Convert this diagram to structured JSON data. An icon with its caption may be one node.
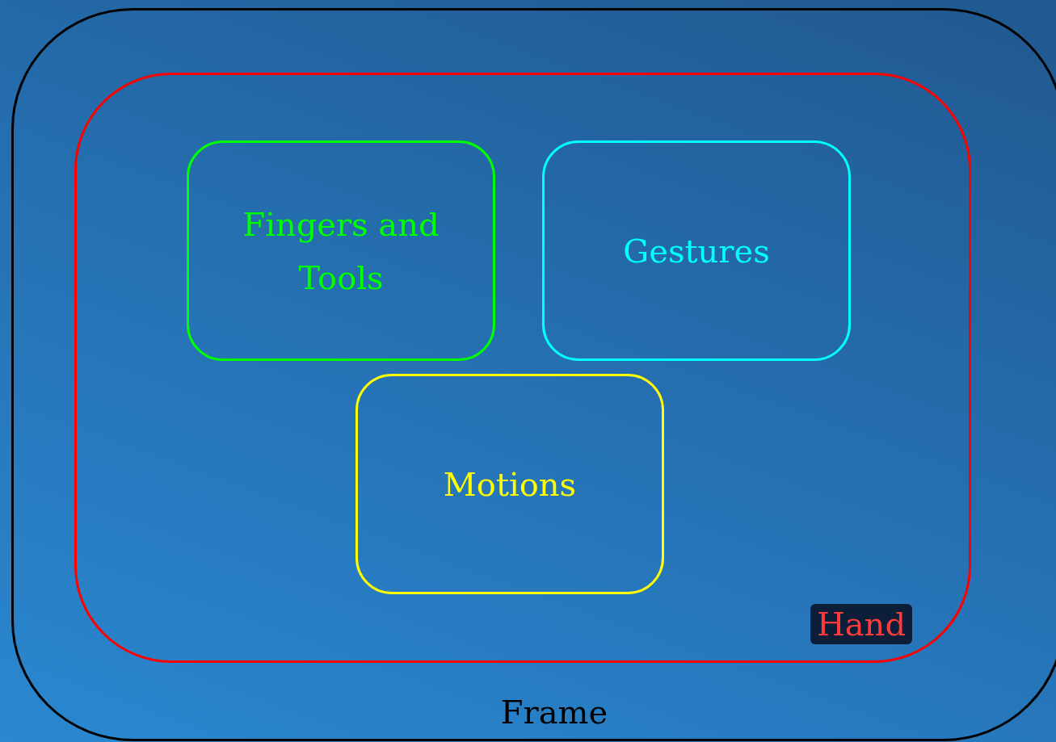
{
  "diagram": {
    "nodes": [
      {
        "text": [
          "Frame"
        ]
      },
      {
        "text": [
          "Hand"
        ],
        "in": 0
      },
      {
        "text": [
          "Fingers and Tools"
        ],
        "in": 1
      },
      {
        "text": [
          "Gestures"
        ],
        "in": 1
      },
      {
        "text": [
          "Motions"
        ],
        "in": 1
      }
    ]
  }
}
